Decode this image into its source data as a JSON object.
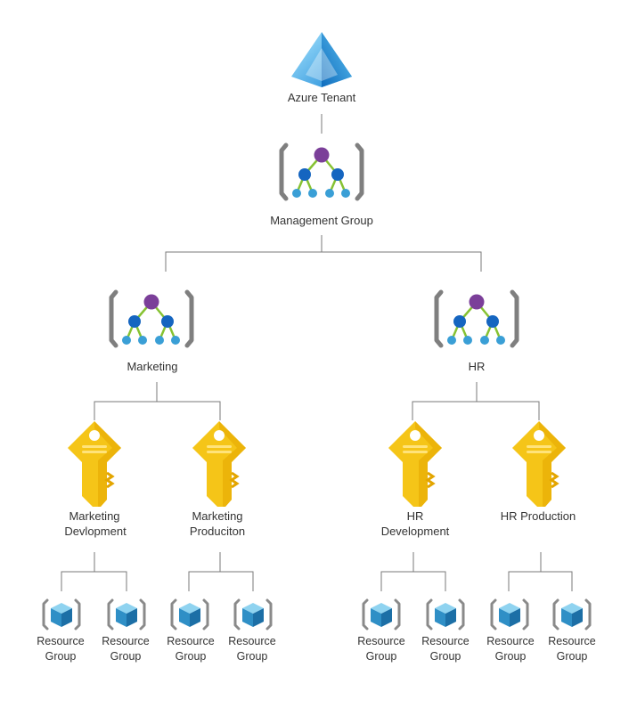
{
  "tenant": {
    "label": "Azure Tenant",
    "icon": "azure-triangle-icon"
  },
  "management_group": {
    "label": "Management Group",
    "icon": "management-group-icon"
  },
  "groups": [
    {
      "label": "Marketing",
      "icon": "management-group-icon",
      "subscriptions": [
        {
          "label_lines": [
            "Marketing",
            "Devlopment"
          ],
          "icon": "key-icon",
          "resource_groups": [
            {
              "label_lines": [
                "Resource",
                "Group"
              ]
            },
            {
              "label_lines": [
                "Resource",
                "Group"
              ]
            }
          ]
        },
        {
          "label_lines": [
            "Marketing",
            "Produciton"
          ],
          "icon": "key-icon",
          "resource_groups": [
            {
              "label_lines": [
                "Resource",
                "Group"
              ]
            },
            {
              "label_lines": [
                "Resource",
                "Group"
              ]
            }
          ]
        }
      ]
    },
    {
      "label": "HR",
      "icon": "management-group-icon",
      "subscriptions": [
        {
          "label_lines": [
            "HR",
            "Development"
          ],
          "icon": "key-icon",
          "resource_groups": [
            {
              "label_lines": [
                "Resource",
                "Group"
              ]
            },
            {
              "label_lines": [
                "Resource",
                "Group"
              ]
            }
          ]
        },
        {
          "label_lines": [
            "HR Production"
          ],
          "icon": "key-icon",
          "resource_groups": [
            {
              "label_lines": [
                "Resource",
                "Group"
              ]
            },
            {
              "label_lines": [
                "Resource",
                "Group"
              ]
            }
          ]
        }
      ]
    }
  ],
  "colors": {
    "connector": "#7a7a7a",
    "bracket": "#7f7f7f",
    "node_root": "#7b3f99",
    "node_mid": "#1565c0",
    "node_leaf": "#3a9fd6",
    "edge_green": "#86c232",
    "key_body": "#f5c518",
    "key_shade": "#e3a500",
    "key_stripe": "#ffe37a",
    "cube_top": "#8fd3f0",
    "cube_left": "#2f8fc6",
    "cube_right": "#1c6fa6",
    "azure_light": "#7fd3f7",
    "azure_dark": "#1e88d6"
  }
}
